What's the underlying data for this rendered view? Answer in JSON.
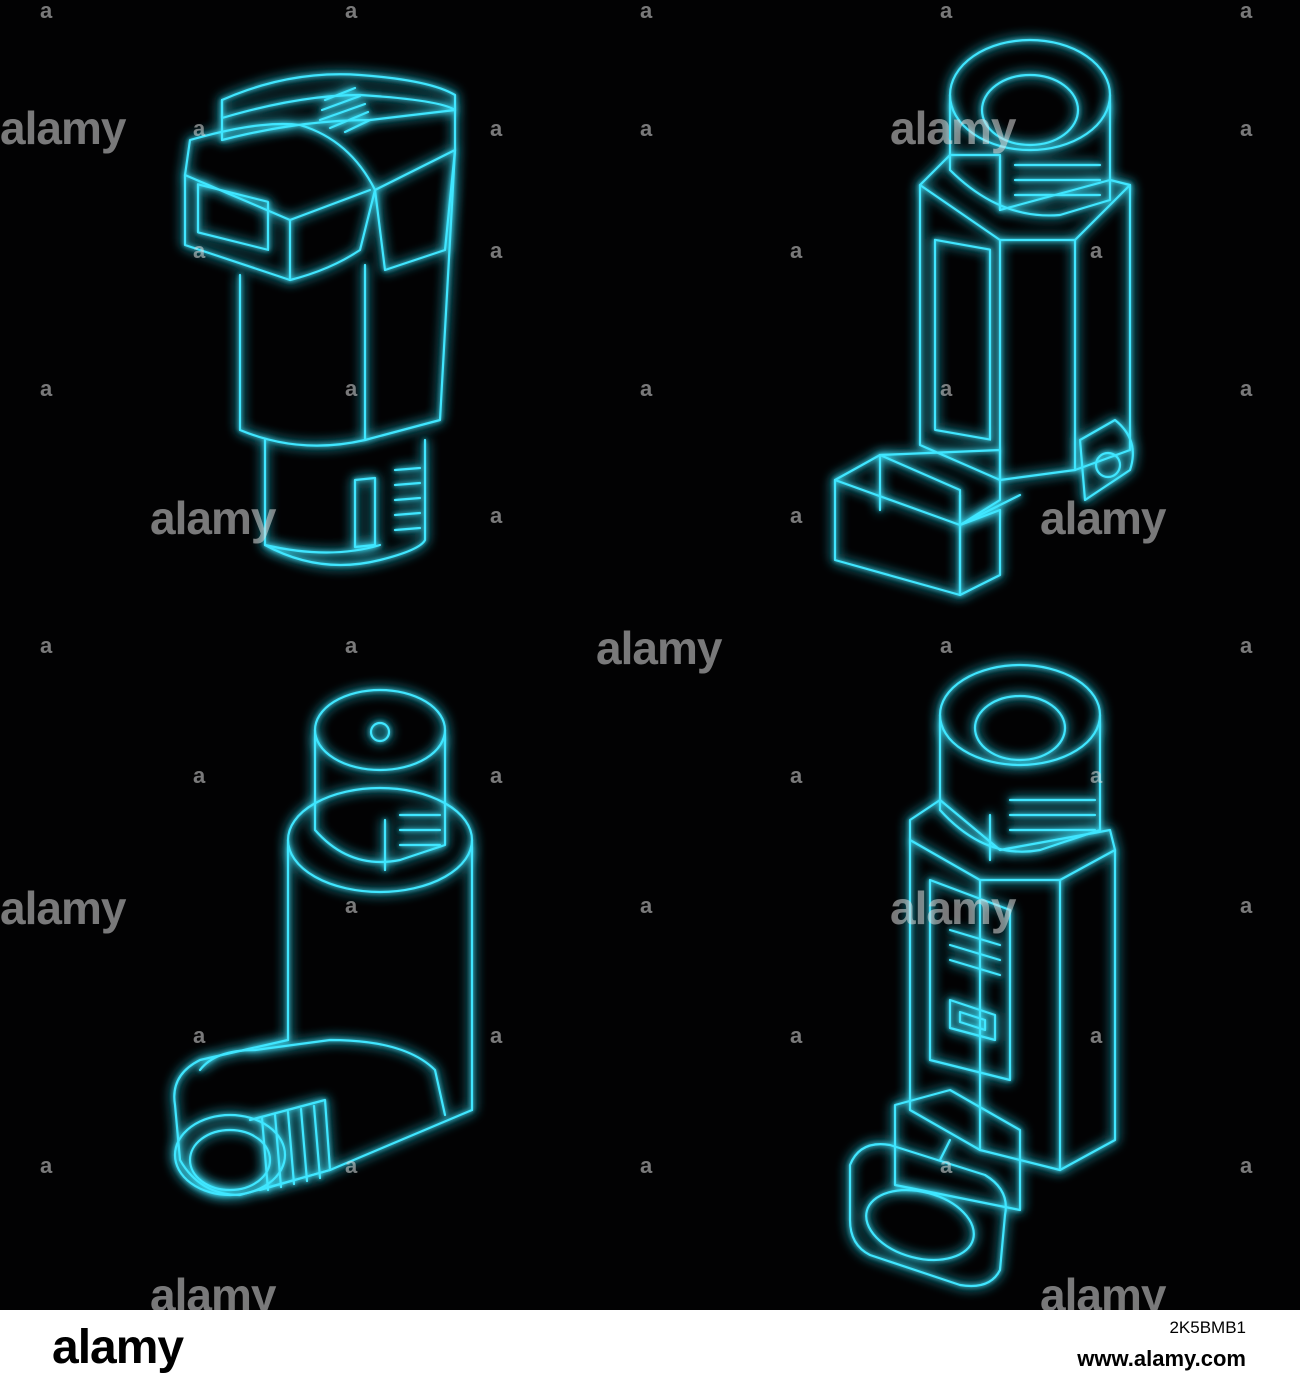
{
  "image": {
    "glow_color": "#3fe6ff",
    "background_color": "#020203"
  },
  "icons": [
    {
      "name": "inhaler-icon-1"
    },
    {
      "name": "inhaler-icon-2"
    },
    {
      "name": "inhaler-icon-3"
    },
    {
      "name": "inhaler-icon-4"
    }
  ],
  "watermark": {
    "text": "alamy",
    "letter": "a"
  },
  "footer": {
    "logo": "alamy",
    "image_id": "2K5BMB1",
    "url": "www.alamy.com"
  }
}
